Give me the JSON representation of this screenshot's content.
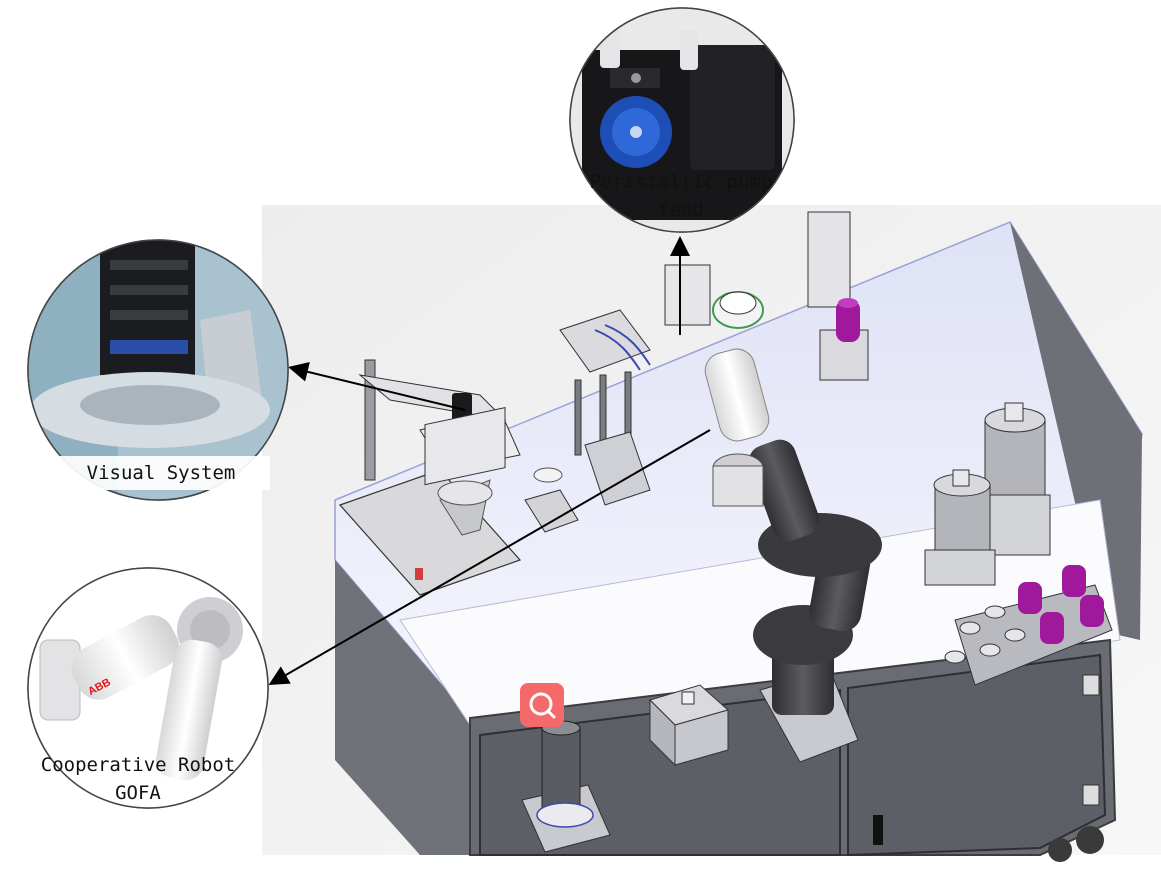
{
  "callouts": {
    "pump": {
      "line1": "Peristaltic pump",
      "line2": "feed",
      "icon": "peristaltic-pump-photo"
    },
    "vision": {
      "label": "Visual System",
      "icon": "camera-lens-photo"
    },
    "robot": {
      "line1": "Cooperative Robot",
      "line2": "GOFA",
      "icon": "abb-cobot-arm-photo"
    }
  },
  "robot_arm_text": "ABB",
  "colors": {
    "platform_top": "#f3f4fb",
    "platform_side": "#6a6c73",
    "robot_dark": "#3d3d40",
    "robot_light": "#eeeeee",
    "accent_magenta": "#a0189c",
    "search_badge": "#f46a6a"
  }
}
